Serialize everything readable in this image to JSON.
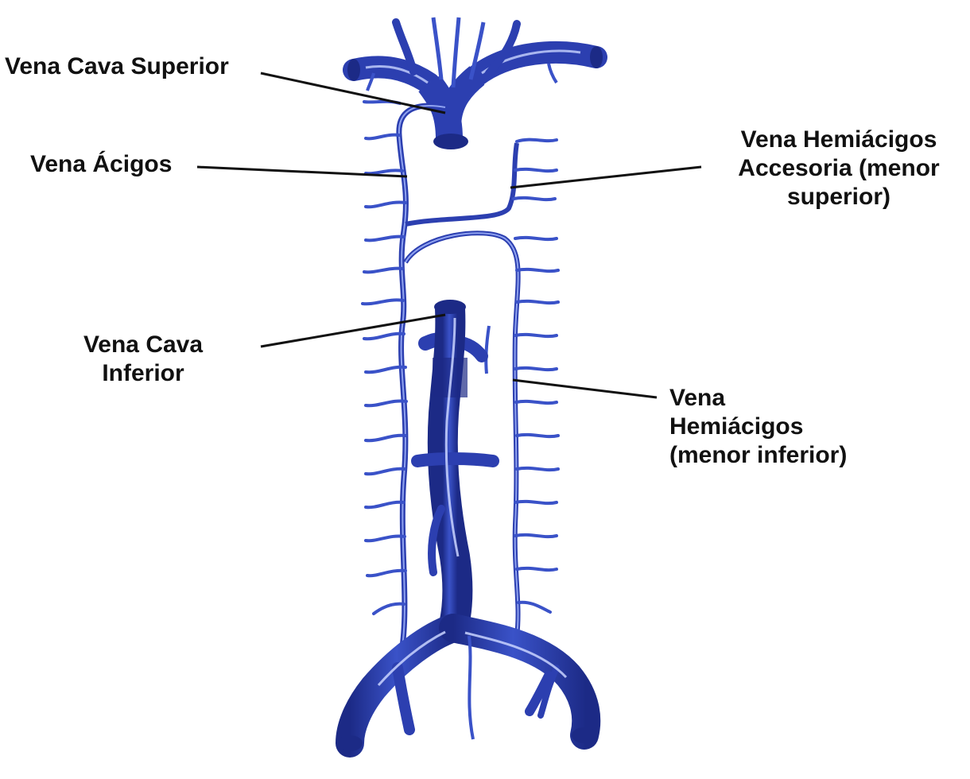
{
  "labels": {
    "vena_cava_superior": {
      "lines": [
        "Vena Cava Superior"
      ]
    },
    "vena_acigos": {
      "lines": [
        "Vena Ácigos"
      ]
    },
    "vena_hemiacigos_accesoria": {
      "lines": [
        "Vena Hemiácigos",
        "Accesoria (menor",
        "superior)"
      ]
    },
    "vena_cava_inferior": {
      "lines": [
        "Vena Cava",
        "Inferior"
      ]
    },
    "vena_hemiacigos": {
      "lines": [
        "Vena",
        "Hemiácigos",
        "(menor inferior)"
      ]
    }
  },
  "colors": {
    "vein": "#2c3fb0",
    "vein_dark": "#1c2a86",
    "vein_light": "#5d74d8",
    "highlight": "#c9d4ff",
    "label_text": "#111111"
  }
}
